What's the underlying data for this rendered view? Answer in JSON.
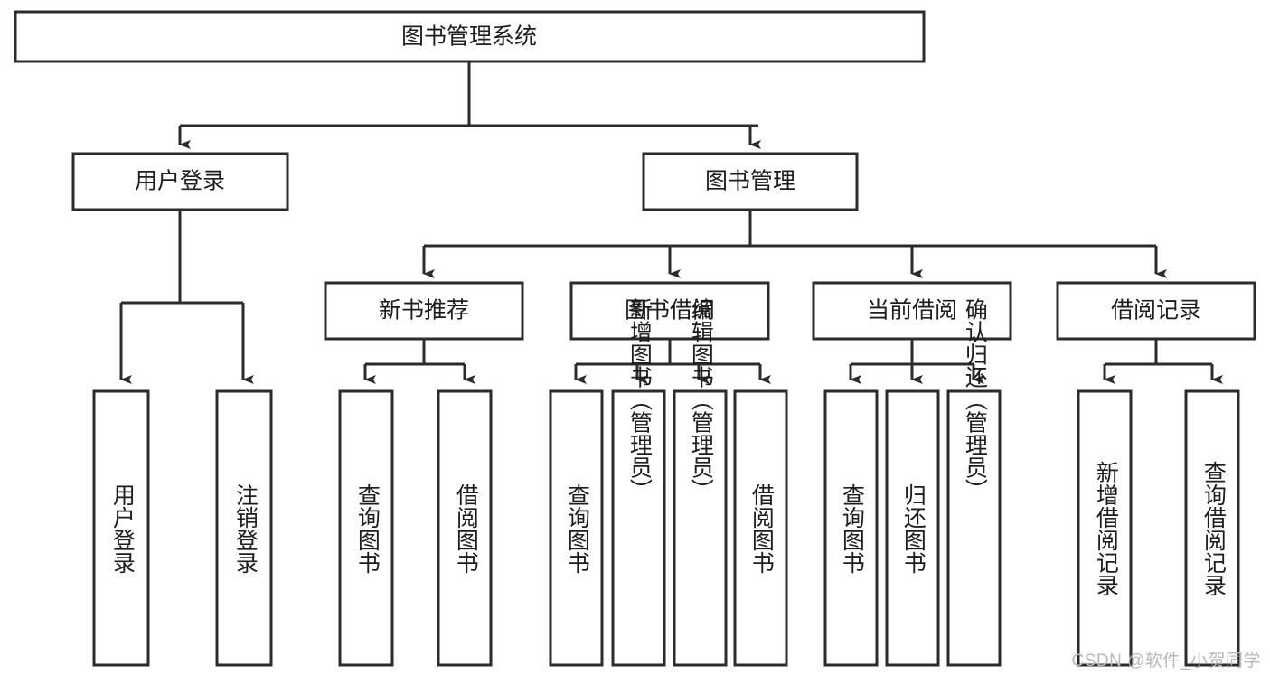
{
  "diagram": {
    "title": "图书管理系统",
    "type": "tree-hierarchy-diagram",
    "colors": {
      "box_stroke": "#2b2b2b",
      "box_fill": "#ffffff",
      "text": "#1d1d1d",
      "background": "#ffffff",
      "watermark": "#b9b9b9"
    },
    "root": {
      "label": "图书管理系统"
    },
    "level2": [
      {
        "label": "用户登录"
      },
      {
        "label": "图书管理"
      }
    ],
    "level3": [
      {
        "label": "新书推荐"
      },
      {
        "label": "图书借阅"
      },
      {
        "label": "当前借阅"
      },
      {
        "label": "借阅记录"
      }
    ],
    "leaves": {
      "user_login": [
        {
          "label": "用户登录"
        },
        {
          "label": "注销登录"
        }
      ],
      "new_book_recommend": [
        {
          "label": "查询图书"
        },
        {
          "label": "借阅图书"
        }
      ],
      "book_borrow": [
        {
          "label": "查询图书"
        },
        {
          "label": "新增图书（管理员）"
        },
        {
          "label": "编辑图书（管理员）"
        },
        {
          "label": "借阅图书"
        }
      ],
      "current_borrow": [
        {
          "label": "查询图书"
        },
        {
          "label": "归还图书"
        },
        {
          "label": "确认归还（管理员）"
        }
      ],
      "borrow_record": [
        {
          "label": "新增借阅记录"
        },
        {
          "label": "查询借阅记录"
        }
      ]
    }
  },
  "watermark": {
    "text": "CSDN @软件_小贺同学"
  }
}
